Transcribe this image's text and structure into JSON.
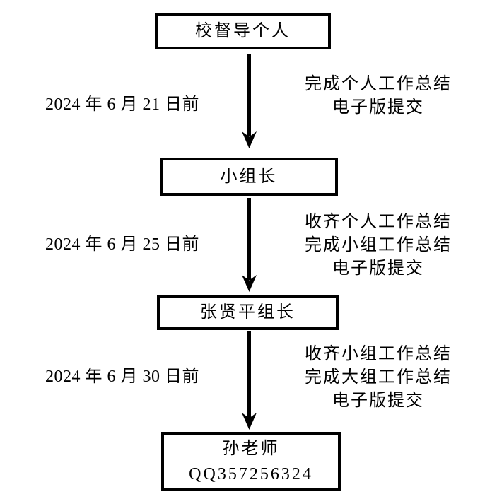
{
  "page": {
    "background": "#ffffff",
    "foreground": "#000000"
  },
  "flowchart": {
    "nodes": [
      {
        "id": "supervisor-individual",
        "lines": [
          "校督导个人"
        ]
      },
      {
        "id": "small-group-leader",
        "lines": [
          "小组长"
        ]
      },
      {
        "id": "zhang-xianping-leader",
        "lines": [
          "张贤平组长"
        ]
      },
      {
        "id": "teacher-sun",
        "lines": [
          "孙老师",
          "QQ357256324"
        ]
      }
    ],
    "steps": [
      {
        "deadline": "2024 年 6 月 21 日前",
        "tasks": [
          "完成个人工作总结",
          "电子版提交"
        ]
      },
      {
        "deadline": "2024 年 6 月 25 日前",
        "tasks": [
          "收齐个人工作总结",
          "完成小组工作总结",
          "电子版提交"
        ]
      },
      {
        "deadline": "2024 年 6 月 30 日前",
        "tasks": [
          "收齐小组工作总结",
          "完成大组工作总结",
          "电子版提交"
        ]
      }
    ]
  }
}
